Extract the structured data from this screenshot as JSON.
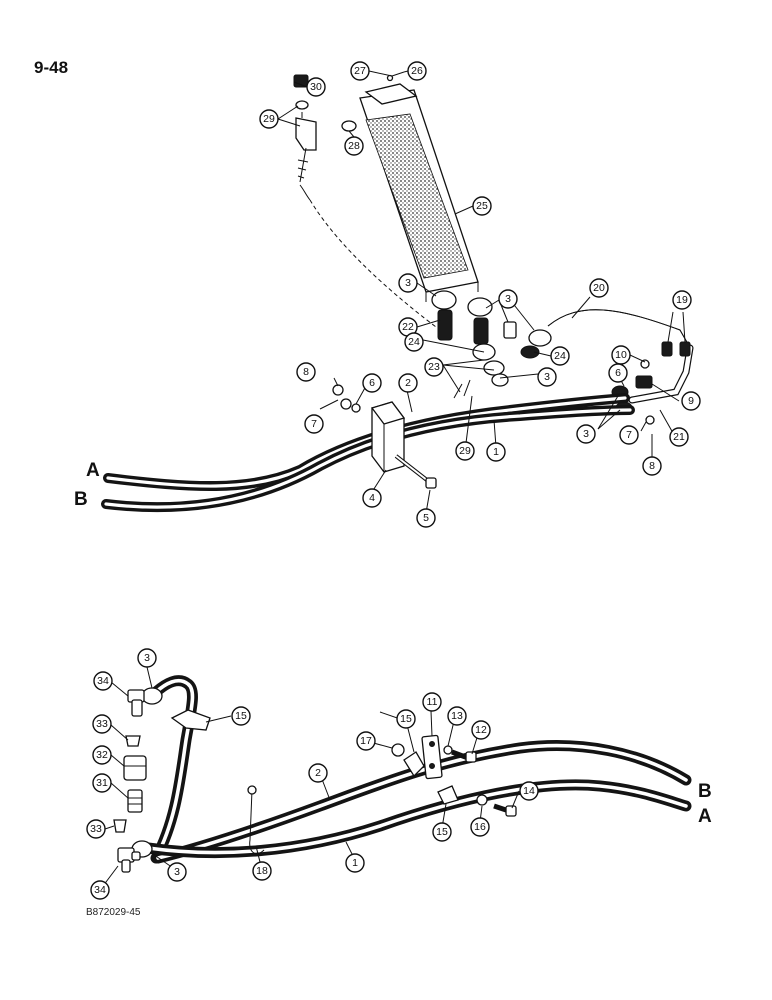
{
  "page_number": "9-48",
  "figure_code": "B872029-45",
  "hose_ends": {
    "a": "A",
    "b": "B"
  },
  "upper_callouts": [
    "30",
    "27",
    "26",
    "29",
    "28",
    "25",
    "3",
    "20",
    "19",
    "3",
    "22",
    "24",
    "24",
    "10",
    "23",
    "3",
    "6",
    "8",
    "2",
    "6",
    "9",
    "7",
    "3",
    "7",
    "21",
    "29",
    "1",
    "8",
    "4",
    "5"
  ],
  "lower_callouts": [
    "3",
    "34",
    "15",
    "33",
    "11",
    "15",
    "13",
    "17",
    "12",
    "32",
    "2",
    "31",
    "14",
    "33",
    "15",
    "16",
    "34",
    "3",
    "18",
    "1"
  ]
}
